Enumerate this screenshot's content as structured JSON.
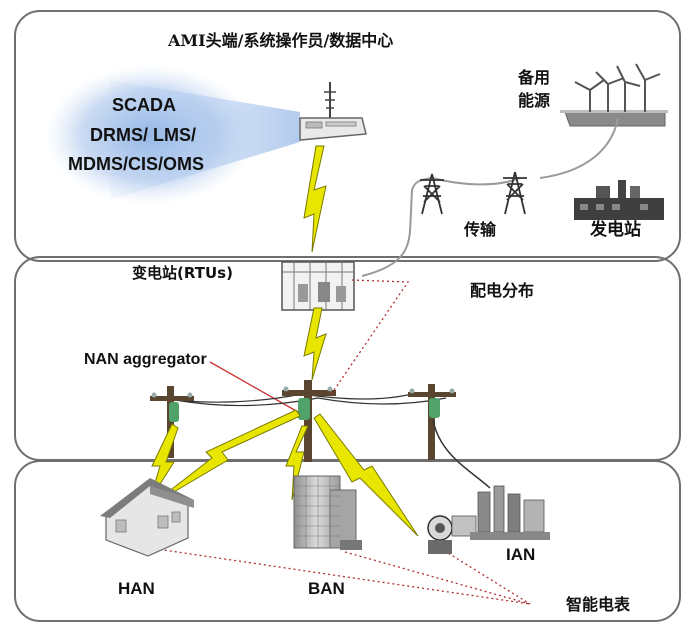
{
  "tiers": {
    "top_title": "AMI头端/系统操作员/数据中心",
    "middle_title": "配电分布",
    "bottom_title": ""
  },
  "control_center": {
    "line1": "SCADA",
    "line2": "DRMS/ LMS/",
    "line3": "MDMS/CIS/OMS"
  },
  "generation": {
    "backup_line1": "备用",
    "backup_line2": "能源",
    "transmission": "传输",
    "power_plant": "发电站"
  },
  "distribution": {
    "substation": "变电站(RTUs)",
    "nan": "NAN aggregator"
  },
  "consumers": {
    "han": "HAN",
    "ban": "BAN",
    "ian": "IAN",
    "smart_meter": "智能电表"
  },
  "colors": {
    "panel_border": "#6f6f6f",
    "wireless_link": "#e8e600",
    "link_outline": "#7a7a00",
    "meter_link": "#b03030",
    "glow": "#7fa8e0",
    "transmission_line": "#9a9a9a"
  }
}
